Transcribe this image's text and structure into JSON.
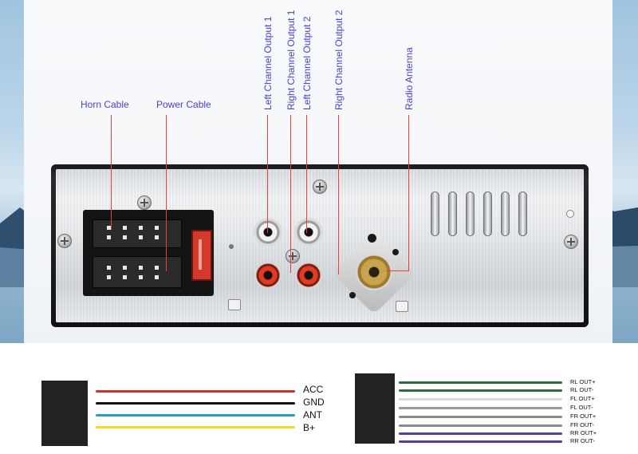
{
  "callouts": {
    "horn_cable": "Horn Cable",
    "power_cable": "Power Cable",
    "left_channel_output_1": "Left Channel Output 1",
    "right_channel_output_1": "Right Channel Output 1",
    "left_channel_output_2": "Left Channel Output 2",
    "right_channel_output_2": "Right Channel Output 2",
    "radio_antenna": "Radio Antenna"
  },
  "power_wires": [
    {
      "label": "ACC",
      "color": "#e5262b"
    },
    {
      "label": "GND",
      "color": "#111111"
    },
    {
      "label": "ANT",
      "color": "#1f9bd7"
    },
    {
      "label": "B+",
      "color": "#f2dc1e"
    }
  ],
  "speaker_wires": [
    {
      "label": "RL OUT+",
      "color": "#2f6b3d"
    },
    {
      "label": "RL OUT-",
      "color": "#2f6b3d"
    },
    {
      "label": "FL OUT+",
      "color": "#d9d9d9"
    },
    {
      "label": "FL OUT-",
      "color": "#9a9a9a"
    },
    {
      "label": "FR OUT+",
      "color": "#8c8c8c"
    },
    {
      "label": "FR OUT-",
      "color": "#8c8c8c"
    },
    {
      "label": "RR OUT+",
      "color": "#5b3f8f"
    },
    {
      "label": "RR OUT-",
      "color": "#5b3f8f"
    }
  ],
  "colors": {
    "callout_text": "#4b3fd8",
    "callout_line": "#e8413a"
  }
}
